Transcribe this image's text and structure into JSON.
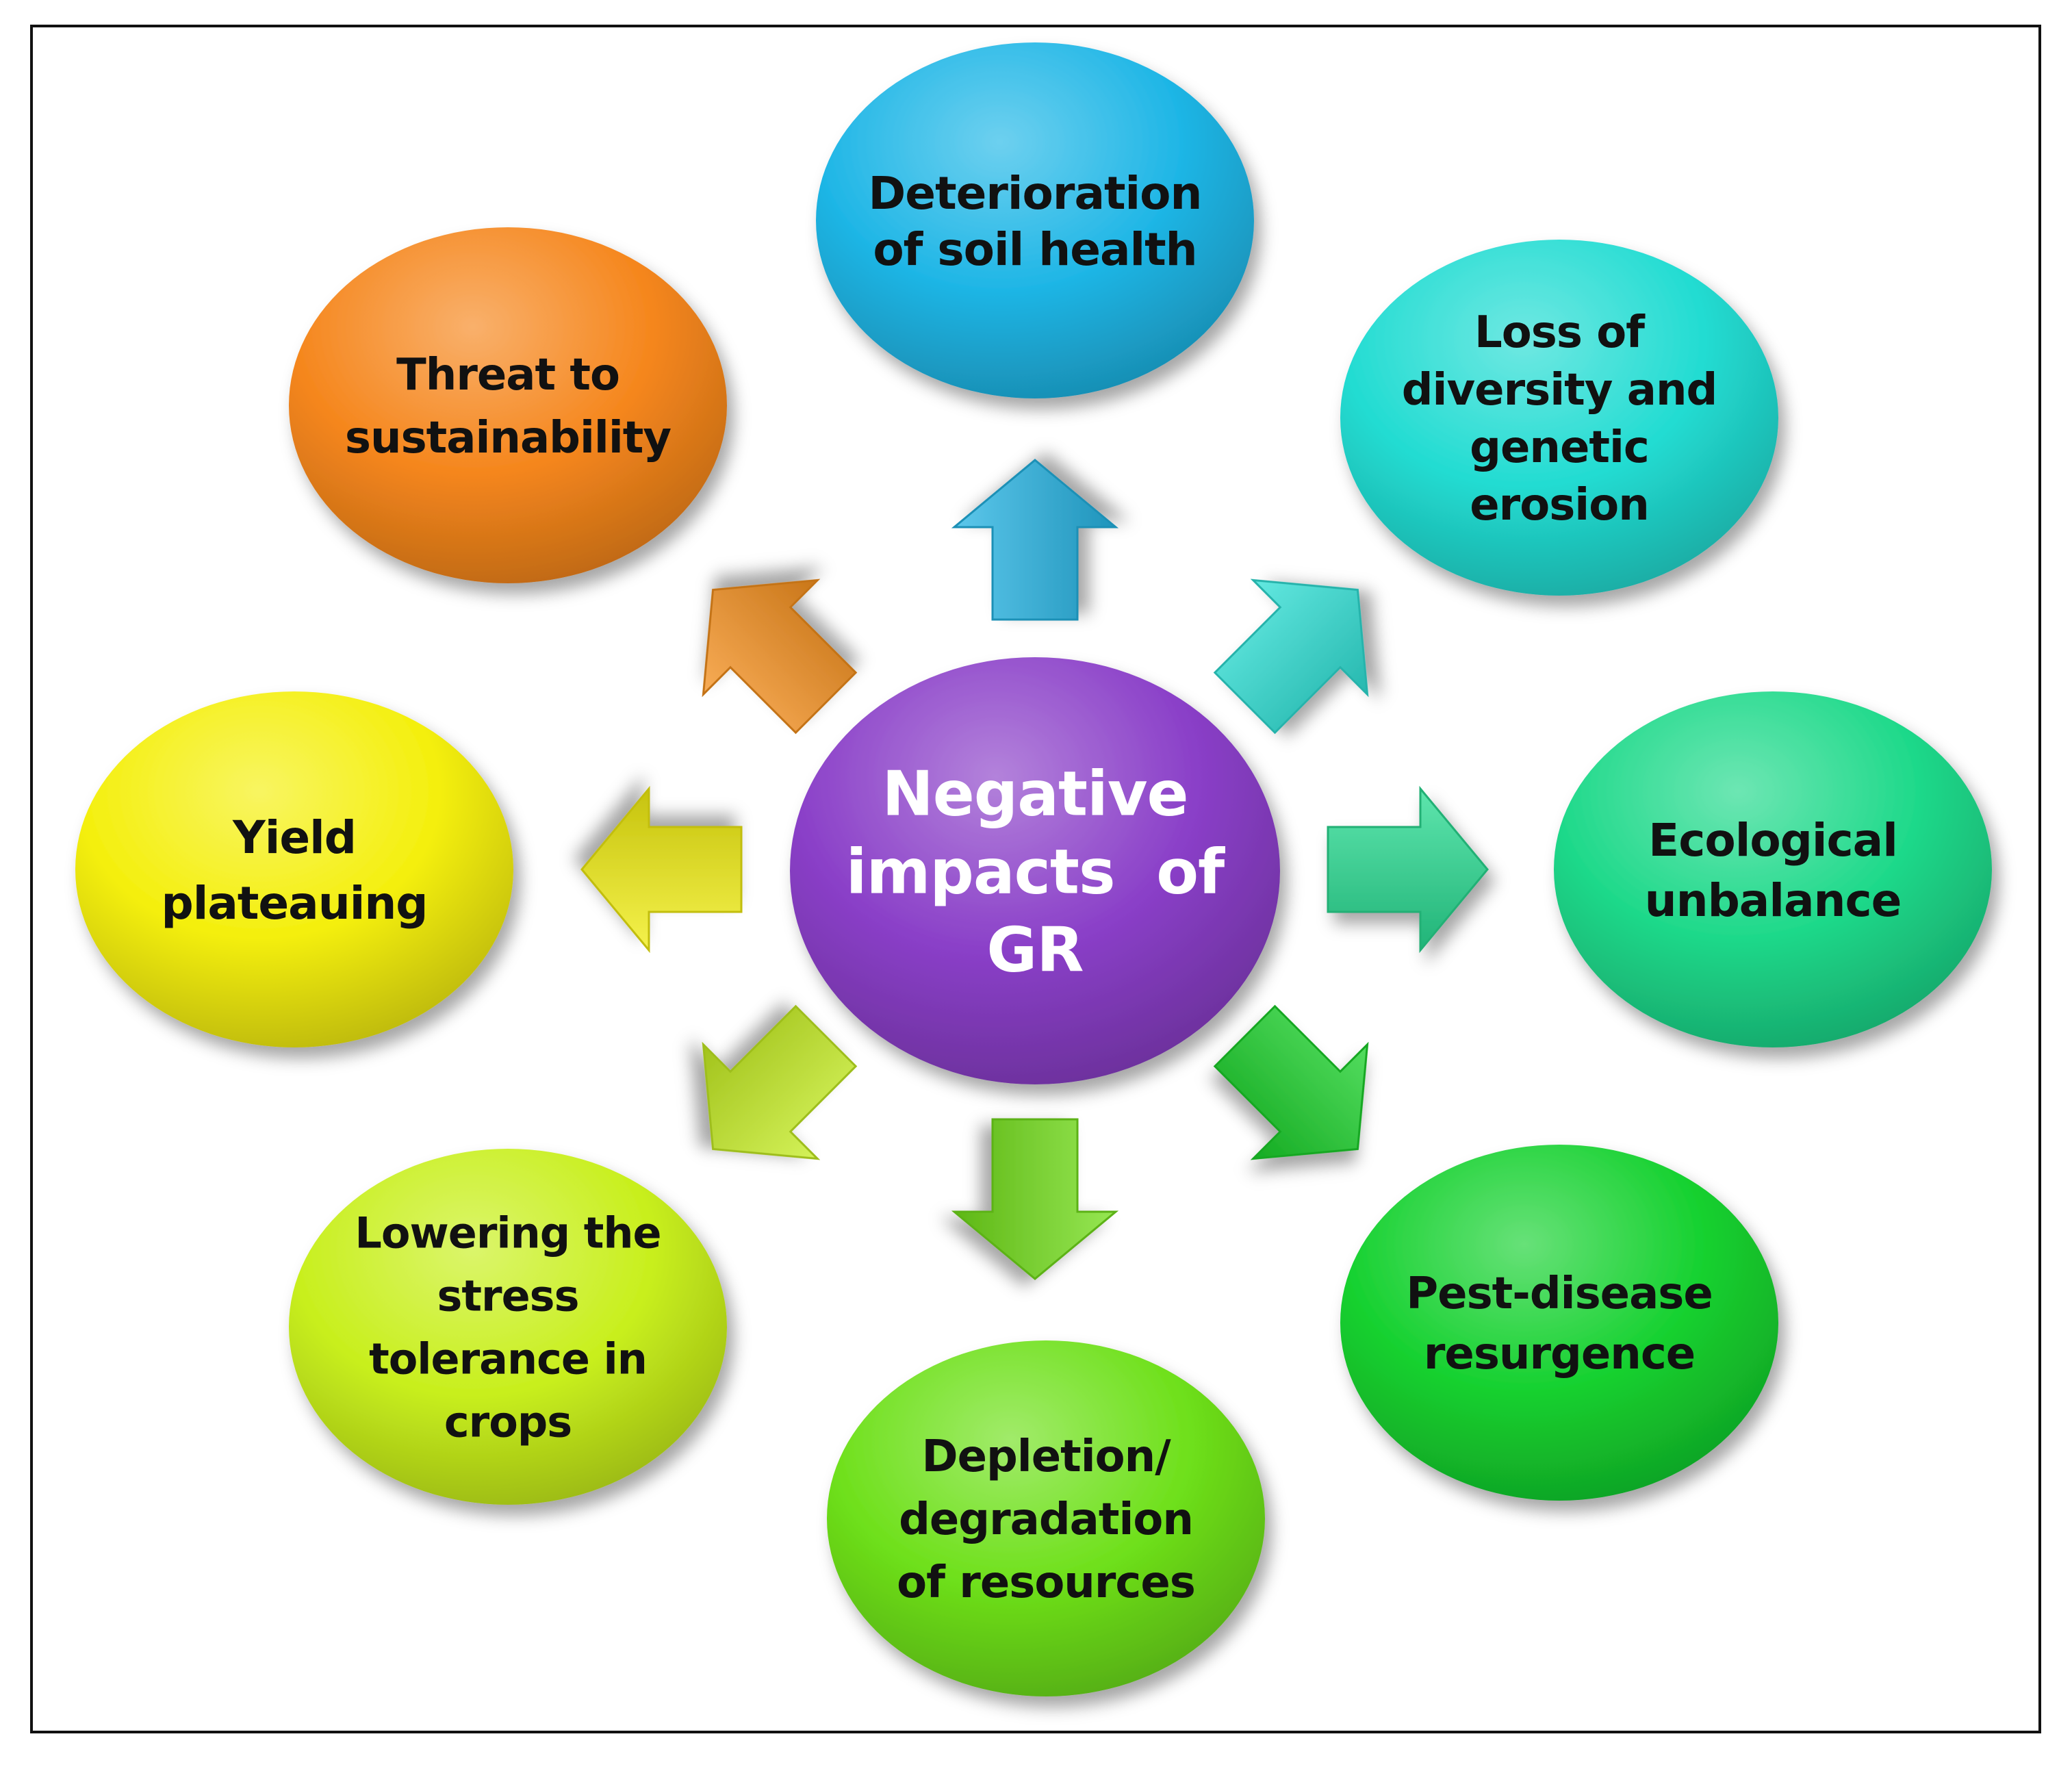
{
  "center": {
    "lines": [
      "Negative",
      "impacts  of",
      "GR"
    ],
    "color": "#8a3fc8"
  },
  "nodes": [
    {
      "id": "soil-health",
      "lines": [
        "Deterioration",
        "of soil health"
      ],
      "color": "#1fb6e6"
    },
    {
      "id": "diversity",
      "lines": [
        "Loss of",
        "diversity and",
        "genetic",
        "erosion"
      ],
      "color": "#22dcd2"
    },
    {
      "id": "ecological",
      "lines": [
        "Ecological",
        "unbalance"
      ],
      "color": "#1ed98a"
    },
    {
      "id": "pest-disease",
      "lines": [
        "Pest-disease",
        "resurgence"
      ],
      "color": "#15d12f"
    },
    {
      "id": "resources",
      "lines": [
        "Depletion/",
        "degradation",
        "of resources"
      ],
      "color": "#6ee01a"
    },
    {
      "id": "stress",
      "lines": [
        "Lowering the",
        "stress",
        "tolerance in",
        "crops"
      ],
      "color": "#c8ef1c"
    },
    {
      "id": "yield",
      "lines": [
        "Yield",
        "plateauing"
      ],
      "color": "#f4ef0c"
    },
    {
      "id": "sustainability",
      "lines": [
        "Threat to",
        "sustainability"
      ],
      "color": "#f5861c"
    }
  ],
  "arrows": [
    {
      "id": "up",
      "color": "#26b4e4"
    },
    {
      "id": "up-right",
      "color": "#2ee0d6"
    },
    {
      "id": "right",
      "color": "#28dc92"
    },
    {
      "id": "down-right",
      "color": "#19d12a"
    },
    {
      "id": "down",
      "color": "#73df1a"
    },
    {
      "id": "down-left",
      "color": "#c6ee22"
    },
    {
      "id": "left",
      "color": "#f2ee10"
    },
    {
      "id": "up-left",
      "color": "#f5901e"
    }
  ]
}
